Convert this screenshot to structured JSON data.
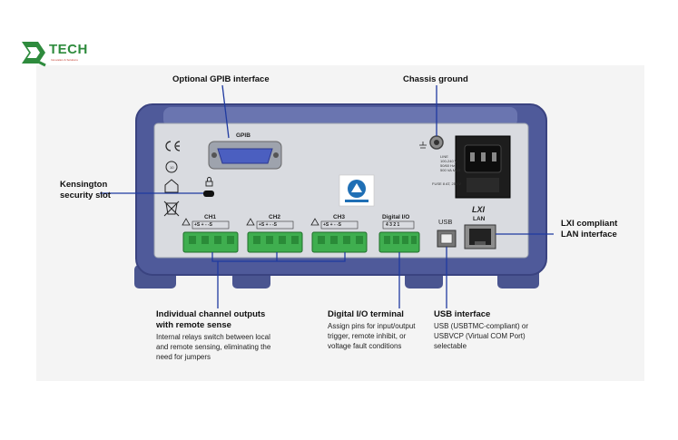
{
  "brand": {
    "name": "TECH",
    "tagline": "Innovation & Solutions"
  },
  "callouts": {
    "gpib": "Optional GPIB interface",
    "ground": "Chassis ground",
    "kensington": [
      "Kensington",
      "security slot"
    ],
    "lxi": [
      "LXI compliant",
      "LAN interface"
    ],
    "channels_title": [
      "Individual channel outputs",
      "with remote sense"
    ],
    "channels_desc": [
      "Internal relays switch between local",
      "and remote sensing, eliminating the",
      "need for jumpers"
    ],
    "digital_title": "Digital I/O terminal",
    "digital_desc": [
      "Assign pins for input/output",
      "trigger, remote inhibit, or",
      "voltage fault conditions"
    ],
    "usb_title": "USB interface",
    "usb_desc": [
      "USB (USBTMC-compliant) or",
      "USBVCP (Virtual COM Port)",
      "selectable"
    ]
  },
  "panel": {
    "gpib": "GPIB",
    "ch1": "CH1",
    "ch2": "CH2",
    "ch3": "CH3",
    "terminal_pins": "+S  +   -   -S",
    "digital_io": "Digital I/O",
    "digital_pins": "4  3  2  1",
    "usb": "USB",
    "lxi": "LXI",
    "lan": "LAN",
    "line_rating": [
      "LINE",
      "100-240 V",
      "50/60 Hz",
      "500 VA MAX"
    ],
    "fuse": "FUSE 8 AT, 250 V",
    "ce": "CE",
    "cert_number": "10"
  }
}
